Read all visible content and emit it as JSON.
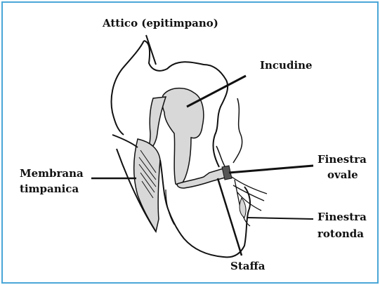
{
  "labels": {
    "attic": "Attico (epitimpano)",
    "incus": "Incudine",
    "tympanic_line1": "Membrana",
    "tympanic_line2": "timpanica",
    "oval_line1": "Finestra",
    "oval_line2": "ovale",
    "round_line1": "Finestra",
    "round_line2": "rotonda",
    "stapes": "Staffa"
  },
  "colors": {
    "frame": "#4aa6d8",
    "bone_fill": "#d8d8d8",
    "ink": "#111111"
  }
}
